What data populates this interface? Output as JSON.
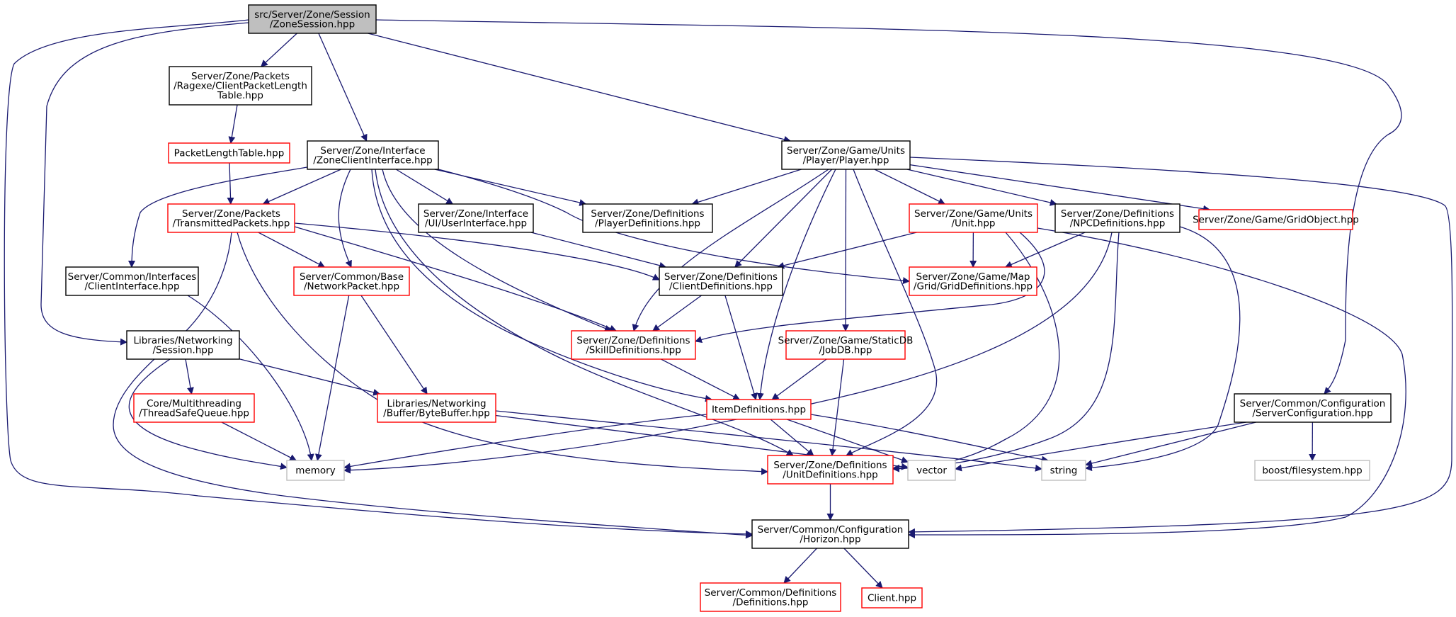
{
  "graph": {
    "edge_color": "#191970",
    "node_border_colors": {
      "normal": "#000000",
      "red": "#ff0000",
      "gray": "#bfbfbf",
      "root_fill": "#bfbfbf"
    },
    "nodes": {
      "zonesession": {
        "lines": [
          "src/Server/Zone/Session",
          "/ZoneSession.hpp"
        ],
        "style": "root"
      },
      "clientpktlen": {
        "lines": [
          "Server/Zone/Packets",
          "/Ragexe/ClientPacketLength",
          "Table.hpp"
        ],
        "style": "normal"
      },
      "packetlentable": {
        "lines": [
          "PacketLengthTable.hpp"
        ],
        "style": "red"
      },
      "zoneclientiface": {
        "lines": [
          "Server/Zone/Interface",
          "/ZoneClientInterface.hpp"
        ],
        "style": "normal"
      },
      "player": {
        "lines": [
          "Server/Zone/Game/Units",
          "/Player/Player.hpp"
        ],
        "style": "normal"
      },
      "transmitted": {
        "lines": [
          "Server/Zone/Packets",
          "/TransmittedPackets.hpp"
        ],
        "style": "red"
      },
      "userinterface": {
        "lines": [
          "Server/Zone/Interface",
          "/UI/UserInterface.hpp"
        ],
        "style": "normal"
      },
      "playerdefs": {
        "lines": [
          "Server/Zone/Definitions",
          "/PlayerDefinitions.hpp"
        ],
        "style": "normal"
      },
      "unit": {
        "lines": [
          "Server/Zone/Game/Units",
          "/Unit.hpp"
        ],
        "style": "red"
      },
      "npcdefs": {
        "lines": [
          "Server/Zone/Definitions",
          "/NPCDefinitions.hpp"
        ],
        "style": "normal"
      },
      "gridobject": {
        "lines": [
          "Server/Zone/Game/GridObject.hpp"
        ],
        "style": "red"
      },
      "clientinterface": {
        "lines": [
          "Server/Common/Interfaces",
          "/ClientInterface.hpp"
        ],
        "style": "normal"
      },
      "networkpacket": {
        "lines": [
          "Server/Common/Base",
          "/NetworkPacket.hpp"
        ],
        "style": "red"
      },
      "clientdefs": {
        "lines": [
          "Server/Zone/Definitions",
          "/ClientDefinitions.hpp"
        ],
        "style": "normal"
      },
      "griddefs": {
        "lines": [
          "Server/Zone/Game/Map",
          "/Grid/GridDefinitions.hpp"
        ],
        "style": "red"
      },
      "session": {
        "lines": [
          "Libraries/Networking",
          "/Session.hpp"
        ],
        "style": "normal"
      },
      "skilldefs": {
        "lines": [
          "Server/Zone/Definitions",
          "/SkillDefinitions.hpp"
        ],
        "style": "red"
      },
      "jobdb": {
        "lines": [
          "Server/Zone/Game/StaticDB",
          "/JobDB.hpp"
        ],
        "style": "red"
      },
      "threadsafequeue": {
        "lines": [
          "Core/Multithreading",
          "/ThreadSafeQueue.hpp"
        ],
        "style": "red"
      },
      "bytebuffer": {
        "lines": [
          "Libraries/Networking",
          "/Buffer/ByteBuffer.hpp"
        ],
        "style": "red"
      },
      "itemdefs": {
        "lines": [
          "ItemDefinitions.hpp"
        ],
        "style": "red"
      },
      "serverconfig": {
        "lines": [
          "Server/Common/Configuration",
          "/ServerConfiguration.hpp"
        ],
        "style": "normal"
      },
      "memory": {
        "lines": [
          "memory"
        ],
        "style": "gray"
      },
      "unitdefs": {
        "lines": [
          "Server/Zone/Definitions",
          "/UnitDefinitions.hpp"
        ],
        "style": "red"
      },
      "vector": {
        "lines": [
          "vector"
        ],
        "style": "gray"
      },
      "string": {
        "lines": [
          "string"
        ],
        "style": "gray"
      },
      "boostfs": {
        "lines": [
          "boost/filesystem.hpp"
        ],
        "style": "gray"
      },
      "horizon": {
        "lines": [
          "Server/Common/Configuration",
          "/Horizon.hpp"
        ],
        "style": "normal"
      },
      "definitions": {
        "lines": [
          "Server/Common/Definitions",
          "/Definitions.hpp"
        ],
        "style": "red"
      },
      "client": {
        "lines": [
          "Client.hpp"
        ],
        "style": "red"
      }
    },
    "edges": [
      [
        "zonesession",
        "clientpktlen"
      ],
      [
        "zonesession",
        "zoneclientiface"
      ],
      [
        "zonesession",
        "player"
      ],
      [
        "zonesession",
        "session"
      ],
      [
        "zonesession",
        "horizon"
      ],
      [
        "zonesession",
        "serverconfig"
      ],
      [
        "clientpktlen",
        "packetlentable"
      ],
      [
        "packetlentable",
        "transmitted"
      ],
      [
        "zoneclientiface",
        "transmitted"
      ],
      [
        "zoneclientiface",
        "clientinterface"
      ],
      [
        "zoneclientiface",
        "networkpacket"
      ],
      [
        "zoneclientiface",
        "userinterface"
      ],
      [
        "zoneclientiface",
        "playerdefs"
      ],
      [
        "zoneclientiface",
        "skilldefs"
      ],
      [
        "zoneclientiface",
        "unitdefs"
      ],
      [
        "zoneclientiface",
        "itemdefs"
      ],
      [
        "zoneclientiface",
        "griddefs"
      ],
      [
        "player",
        "playerdefs"
      ],
      [
        "player",
        "unit"
      ],
      [
        "player",
        "npcdefs"
      ],
      [
        "player",
        "gridobject"
      ],
      [
        "player",
        "clientdefs"
      ],
      [
        "player",
        "skilldefs"
      ],
      [
        "player",
        "itemdefs"
      ],
      [
        "player",
        "jobdb"
      ],
      [
        "player",
        "unitdefs"
      ],
      [
        "player",
        "horizon"
      ],
      [
        "transmitted",
        "networkpacket"
      ],
      [
        "transmitted",
        "clientdefs"
      ],
      [
        "transmitted",
        "skilldefs"
      ],
      [
        "transmitted",
        "unitdefs"
      ],
      [
        "transmitted",
        "horizon"
      ],
      [
        "userinterface",
        "clientdefs"
      ],
      [
        "unit",
        "clientdefs"
      ],
      [
        "unit",
        "griddefs"
      ],
      [
        "unit",
        "skilldefs"
      ],
      [
        "unit",
        "unitdefs"
      ],
      [
        "unit",
        "horizon"
      ],
      [
        "npcdefs",
        "griddefs"
      ],
      [
        "npcdefs",
        "unitdefs"
      ],
      [
        "npcdefs",
        "memory"
      ],
      [
        "npcdefs",
        "string"
      ],
      [
        "clientinterface",
        "memory"
      ],
      [
        "networkpacket",
        "memory"
      ],
      [
        "networkpacket",
        "bytebuffer"
      ],
      [
        "clientdefs",
        "skilldefs"
      ],
      [
        "clientdefs",
        "itemdefs"
      ],
      [
        "session",
        "threadsafequeue"
      ],
      [
        "session",
        "bytebuffer"
      ],
      [
        "session",
        "memory"
      ],
      [
        "skilldefs",
        "itemdefs"
      ],
      [
        "jobdb",
        "itemdefs"
      ],
      [
        "jobdb",
        "unitdefs"
      ],
      [
        "threadsafequeue",
        "memory"
      ],
      [
        "bytebuffer",
        "vector"
      ],
      [
        "bytebuffer",
        "string"
      ],
      [
        "itemdefs",
        "memory"
      ],
      [
        "itemdefs",
        "unitdefs"
      ],
      [
        "itemdefs",
        "vector"
      ],
      [
        "itemdefs",
        "string"
      ],
      [
        "serverconfig",
        "vector"
      ],
      [
        "serverconfig",
        "string"
      ],
      [
        "serverconfig",
        "boostfs"
      ],
      [
        "unitdefs",
        "horizon"
      ],
      [
        "horizon",
        "definitions"
      ],
      [
        "horizon",
        "client"
      ]
    ]
  }
}
